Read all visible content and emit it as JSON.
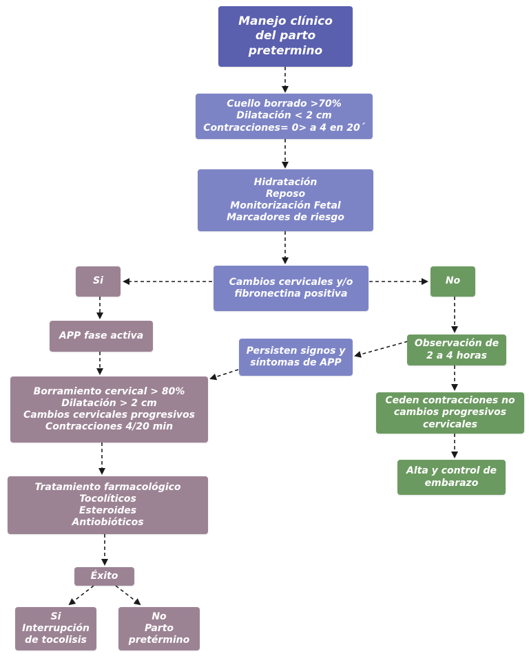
{
  "colors": {
    "title": "#5a5fae",
    "blue": "#7d84c6",
    "mauve": "#9c8394",
    "green": "#6b9a60",
    "arrow": "#1a1a1a"
  },
  "nodes": {
    "title": {
      "lines": [
        "Manejo clínico",
        "del parto",
        "pretermino"
      ]
    },
    "criteria": {
      "lines": [
        "Cuello borrado >70%",
        "Dilatación < 2 cm",
        "Contracciones= 0> a 4 en 20´"
      ]
    },
    "initial_care": {
      "lines": [
        "Hidratación",
        "Reposo",
        "Monitorización Fetal",
        "Marcadores de riesgo"
      ]
    },
    "decision": {
      "lines": [
        "Cambios cervicales y/o",
        "fibronectina positiva"
      ]
    },
    "yes": {
      "lines": [
        "Si"
      ]
    },
    "no": {
      "lines": [
        "No"
      ]
    },
    "app_active": {
      "lines": [
        "APP fase activa"
      ]
    },
    "persist": {
      "lines": [
        "Persisten signos y",
        "síntomas de APP"
      ]
    },
    "observation": {
      "lines": [
        "Observación de",
        "2 a 4 horas"
      ]
    },
    "active_criteria": {
      "lines": [
        "Borramiento cervical > 80%",
        "Dilatación > 2 cm",
        "Cambios cervicales progresivos",
        "Contracciones 4/20 min"
      ]
    },
    "contractions_cease": {
      "lines": [
        "Ceden contracciones no",
        "cambios progresivos",
        "cervicales"
      ]
    },
    "discharge": {
      "lines": [
        "Alta y control de",
        "embarazo"
      ]
    },
    "treatment": {
      "lines": [
        "Tratamiento farmacológico",
        "Tocolíticos",
        "Esteroides",
        "Antiobióticos"
      ]
    },
    "success": {
      "lines": [
        "Éxito"
      ]
    },
    "success_yes": {
      "lines": [
        "Si",
        "Interrupción",
        "de tocolisis"
      ]
    },
    "success_no": {
      "lines": [
        "No",
        "Parto",
        "pretérmino"
      ]
    }
  }
}
